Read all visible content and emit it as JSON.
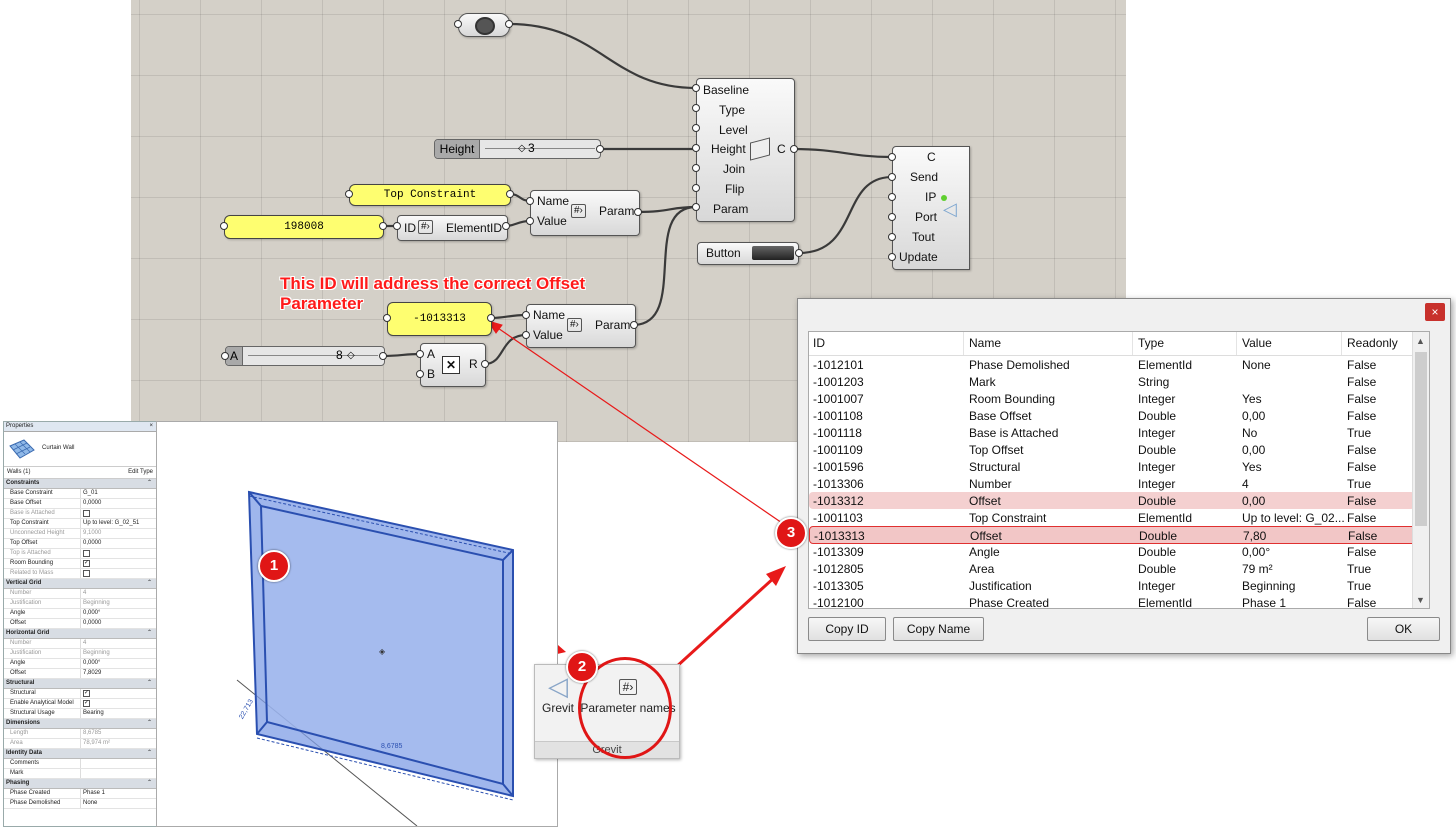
{
  "grasshopper": {
    "wall_component": {
      "inputs": [
        "Baseline",
        "Type",
        "Level",
        "Height",
        "Join",
        "Flip",
        "Param"
      ],
      "output": "C"
    },
    "send_component": {
      "inputs": [
        "C",
        "Send",
        "IP",
        "Port",
        "Tout",
        "Update"
      ]
    },
    "height_slider": {
      "label": "Height",
      "value": "3"
    },
    "a_slider": {
      "label": "A",
      "value": "8"
    },
    "panel_top_constraint": "Top Constraint",
    "panel_198008": "198008",
    "panel_1013313": "-1013313",
    "param1": {
      "in1": "Name",
      "in2": "Value",
      "out": "Param"
    },
    "param2": {
      "in1": "Name",
      "in2": "Value",
      "out": "Param"
    },
    "elementid": {
      "in": "ID",
      "out": "ElementID"
    },
    "mult": {
      "a": "A",
      "b": "B",
      "r": "R"
    },
    "button": {
      "label": "Button"
    }
  },
  "annotation": "This ID will address the correct Offset Parameter",
  "properties": {
    "title": "Properties",
    "close": "×",
    "type_name": "Curtain Wall",
    "selector": "Walls (1)",
    "edit_type": "Edit Type",
    "groups": [
      {
        "name": "Constraints",
        "rows": [
          {
            "k": "Base Constraint",
            "v": "G_01"
          },
          {
            "k": "Base Offset",
            "v": "0,0000"
          },
          {
            "k": "Base is Attached",
            "v": "",
            "check": "off",
            "dis": true
          },
          {
            "k": "Top Constraint",
            "v": "Up to level: G_02_51"
          },
          {
            "k": "Unconnected Height",
            "v": "9,1000",
            "dis": true
          },
          {
            "k": "Top Offset",
            "v": "0,0000"
          },
          {
            "k": "Top is Attached",
            "v": "",
            "check": "off",
            "dis": true
          },
          {
            "k": "Room Bounding",
            "v": "",
            "check": "on"
          },
          {
            "k": "Related to Mass",
            "v": "",
            "check": "off",
            "dis": true
          }
        ]
      },
      {
        "name": "Vertical Grid",
        "rows": [
          {
            "k": "Number",
            "v": "4",
            "dis": true
          },
          {
            "k": "Justification",
            "v": "Beginning",
            "dis": true
          },
          {
            "k": "Angle",
            "v": "0,000°"
          },
          {
            "k": "Offset",
            "v": "0,0000"
          }
        ]
      },
      {
        "name": "Horizontal Grid",
        "rows": [
          {
            "k": "Number",
            "v": "4",
            "dis": true
          },
          {
            "k": "Justification",
            "v": "Beginning",
            "dis": true
          },
          {
            "k": "Angle",
            "v": "0,000°"
          },
          {
            "k": "Offset",
            "v": "7,8029"
          }
        ]
      },
      {
        "name": "Structural",
        "rows": [
          {
            "k": "Structural",
            "v": "",
            "check": "on"
          },
          {
            "k": "Enable Analytical Model",
            "v": "",
            "check": "on"
          },
          {
            "k": "Structural Usage",
            "v": "Bearing"
          }
        ]
      },
      {
        "name": "Dimensions",
        "rows": [
          {
            "k": "Length",
            "v": "8,6785",
            "dis": true
          },
          {
            "k": "Area",
            "v": "78,974 m²",
            "dis": true
          }
        ]
      },
      {
        "name": "Identity Data",
        "rows": [
          {
            "k": "Comments",
            "v": ""
          },
          {
            "k": "Mark",
            "v": ""
          }
        ]
      },
      {
        "name": "Phasing",
        "rows": [
          {
            "k": "Phase Created",
            "v": "Phase 1"
          },
          {
            "k": "Phase Demolished",
            "v": "None"
          }
        ]
      }
    ]
  },
  "view": {
    "dim_length": "8,6785",
    "dim_side": "22,713"
  },
  "ribbon": {
    "grevit_label": "Grevit",
    "param_names_label": "Parameter names",
    "panel_label": "Grevit"
  },
  "badges": [
    "1",
    "2",
    "3"
  ],
  "dialog": {
    "close": "×",
    "columns": [
      "ID",
      "Name",
      "Type",
      "Value",
      "Readonly"
    ],
    "rows": [
      [
        "-1012101",
        "Phase Demolished",
        "ElementId",
        "None",
        "False"
      ],
      [
        "-1001203",
        "Mark",
        "String",
        "",
        "False"
      ],
      [
        "-1001007",
        "Room Bounding",
        "Integer",
        "Yes",
        "False"
      ],
      [
        "-1001108",
        "Base Offset",
        "Double",
        "0,00",
        "False"
      ],
      [
        "-1001118",
        "Base is Attached",
        "Integer",
        "No",
        "True"
      ],
      [
        "-1001109",
        "Top Offset",
        "Double",
        "0,00",
        "False"
      ],
      [
        "-1001596",
        "Structural",
        "Integer",
        "Yes",
        "False"
      ],
      [
        "-1013306",
        "Number",
        "Integer",
        "4",
        "True"
      ],
      [
        "-1013312",
        "Offset",
        "Double",
        "0,00",
        "False"
      ],
      [
        "-1001103",
        "Top Constraint",
        "ElementId",
        "Up to level: G_02...",
        "False"
      ],
      [
        "-1013313",
        "Offset",
        "Double",
        "7,80",
        "False"
      ],
      [
        "-1013309",
        "Angle",
        "Double",
        "0,00°",
        "False"
      ],
      [
        "-1012805",
        "Area",
        "Double",
        "79 m²",
        "True"
      ],
      [
        "-1013305",
        "Justification",
        "Integer",
        "Beginning",
        "True"
      ],
      [
        "-1012100",
        "Phase Created",
        "ElementId",
        "Phase 1",
        "False"
      ]
    ],
    "highlight_light_row": 8,
    "highlight_selected_row": 10,
    "buttons": {
      "copy_id": "Copy ID",
      "copy_name": "Copy Name",
      "ok": "OK"
    }
  },
  "colors": {
    "accent_red": "#e01616",
    "panel_yellow": "#fefe70",
    "wall_blue": "#7f9ee6"
  }
}
